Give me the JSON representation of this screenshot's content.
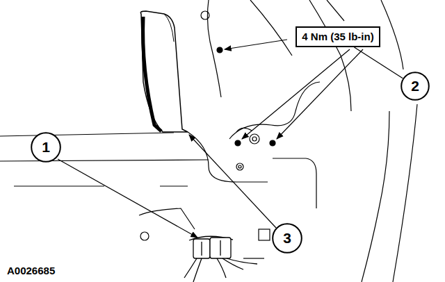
{
  "diagram": {
    "nodes": [
      {
        "text": [
          "4 Nm (35 lb-in)"
        ]
      },
      {
        "text": [
          "2"
        ]
      },
      {
        "text": [
          "1"
        ]
      },
      {
        "text": [
          "3"
        ]
      }
    ],
    "edges": [
      {
        "from": 0,
        "to": 1,
        "arrow": "none"
      }
    ],
    "labels": [
      "A0026685"
    ]
  }
}
